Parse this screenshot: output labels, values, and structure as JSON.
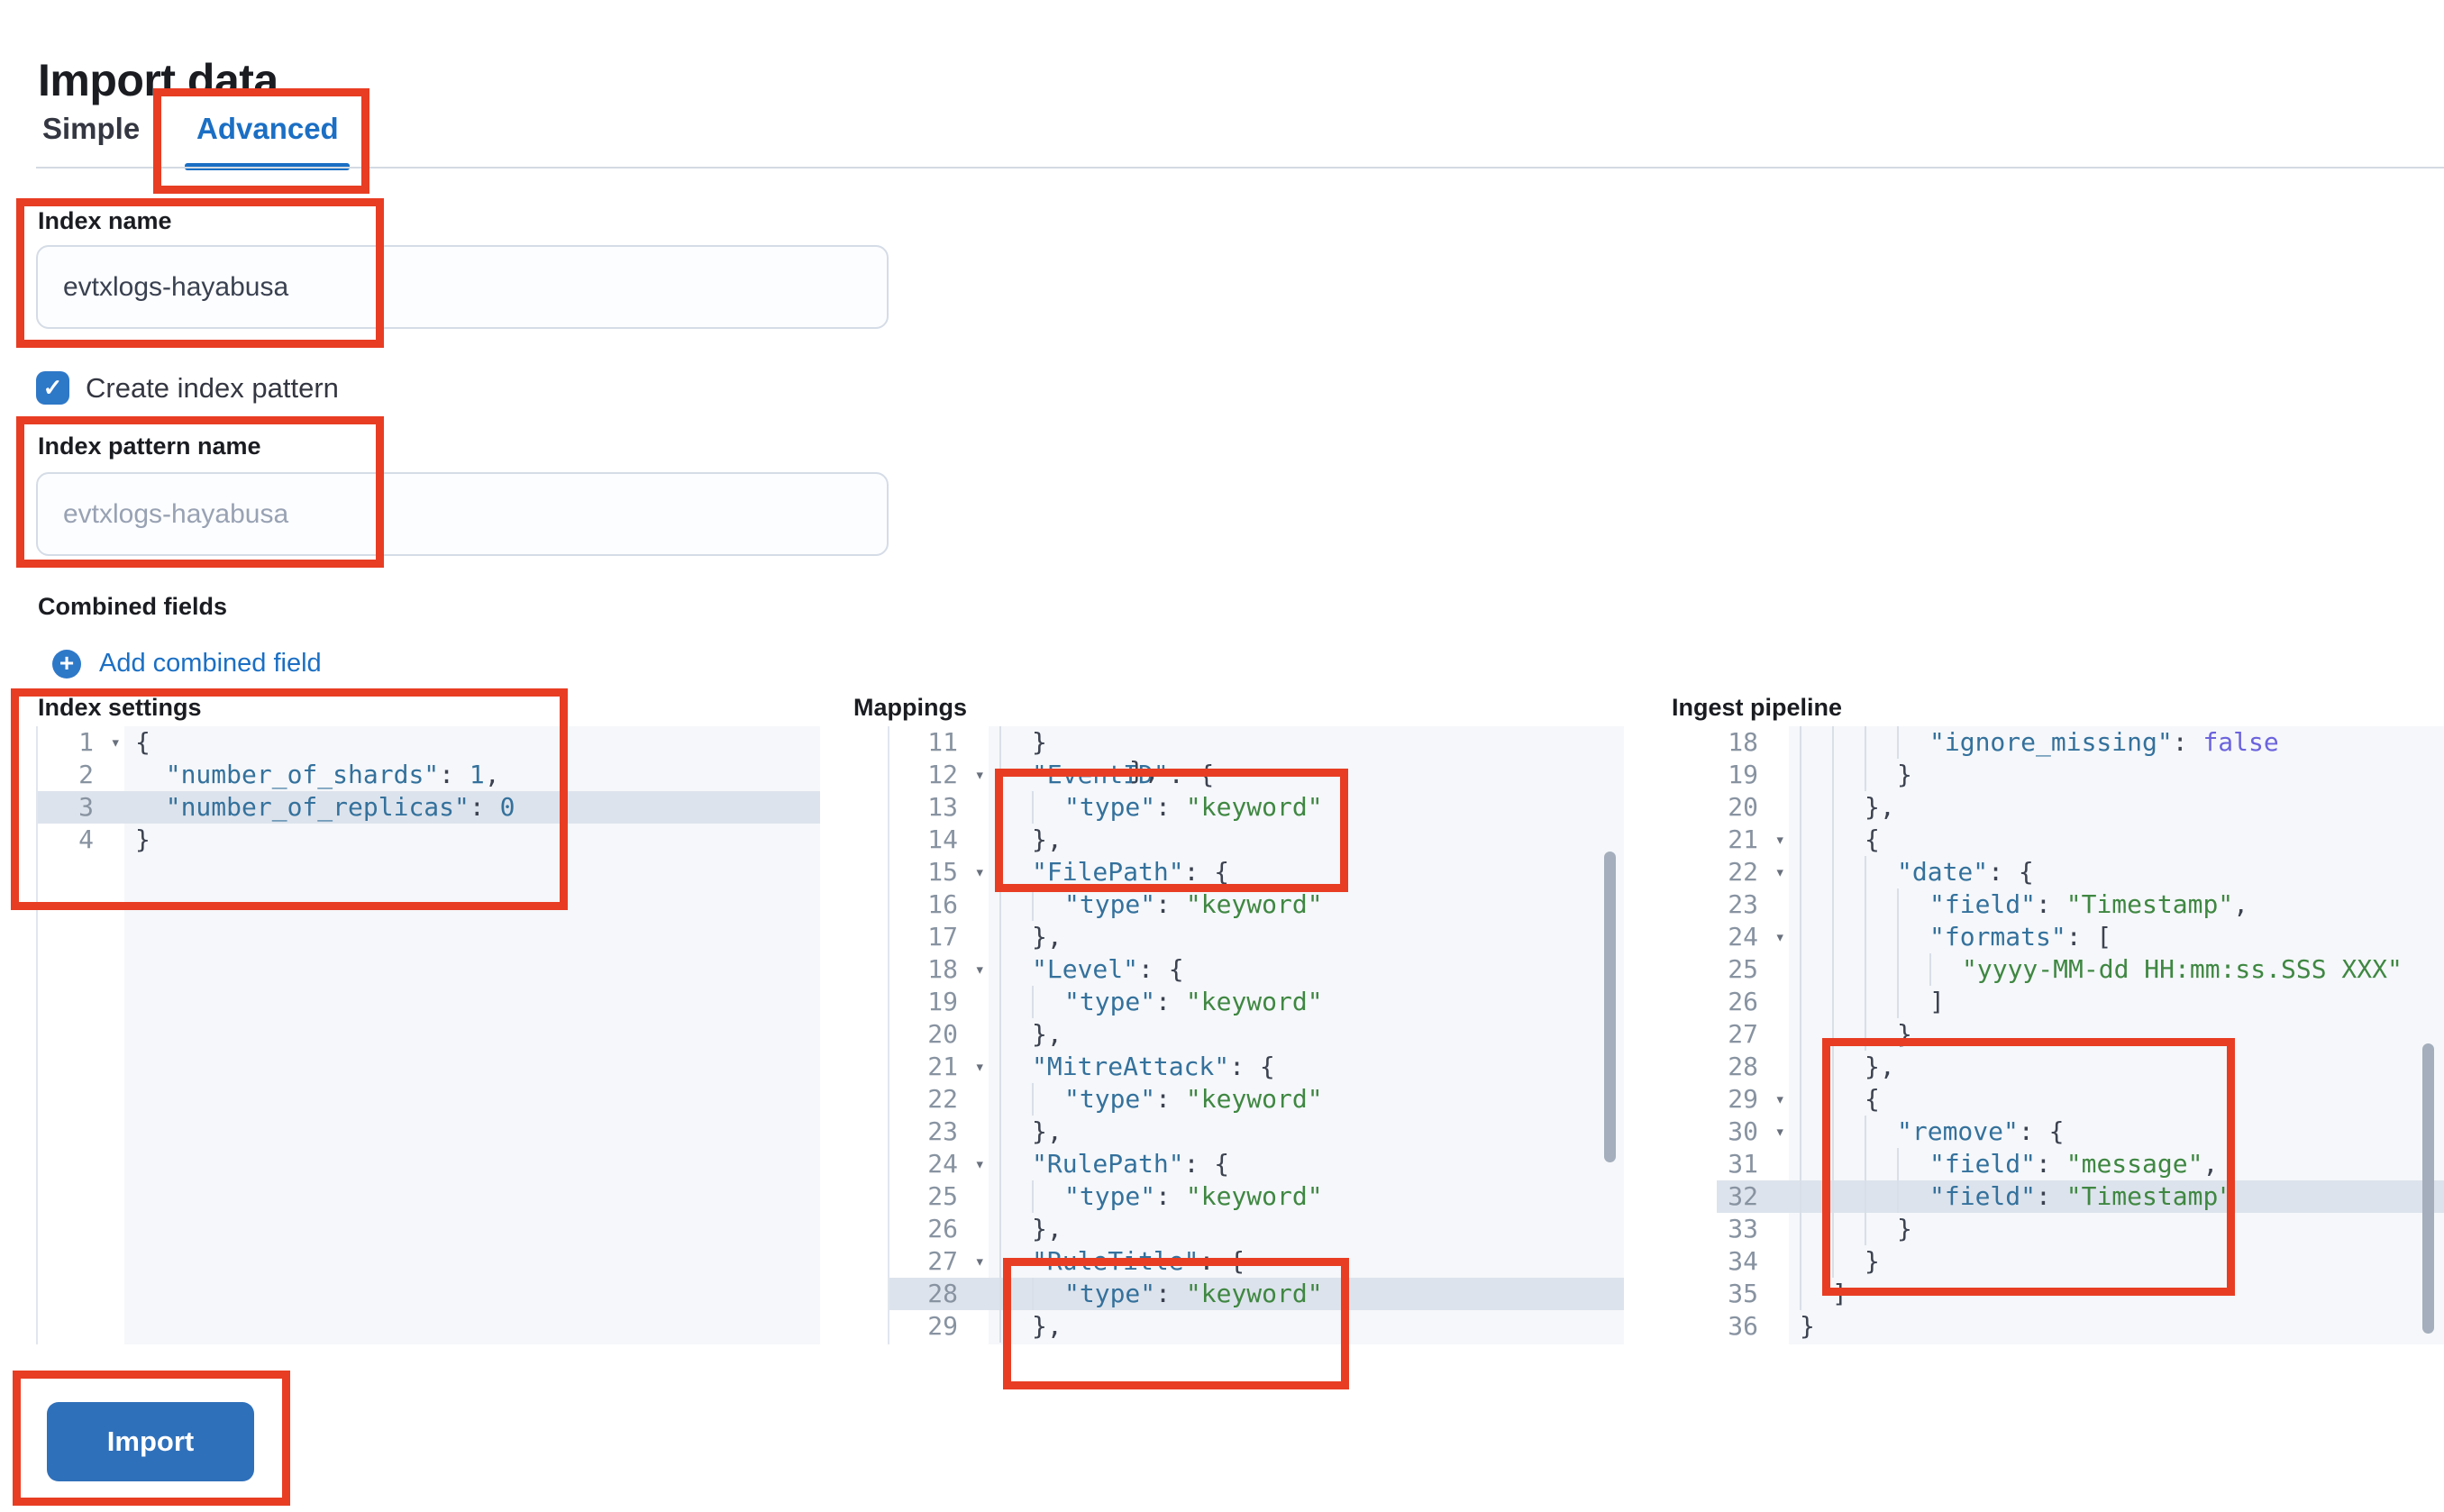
{
  "title": "Import data",
  "tabs": [
    {
      "label": "Simple",
      "active": false
    },
    {
      "label": "Advanced",
      "active": true
    }
  ],
  "form": {
    "index_name": {
      "label": "Index name",
      "value": "evtxlogs-hayabusa"
    },
    "create_index_pattern": {
      "label": "Create index pattern",
      "checked": true
    },
    "index_pattern_name": {
      "label": "Index pattern name",
      "placeholder": "evtxlogs-hayabusa"
    },
    "combined_fields": {
      "label": "Combined fields",
      "add_label": "Add combined field"
    }
  },
  "icons": {
    "check": "✓",
    "plus": "+",
    "fold": "▾"
  },
  "import_button": {
    "label": "Import"
  },
  "colors": {
    "accent_blue": "#1b6fc4",
    "button_blue": "#2f70ba",
    "checkbox_blue": "#2e78c8",
    "annotation_red": "#e83d23",
    "editor_background": "#f5f7fa",
    "highlight_row": "#dde3ec",
    "token_key": "#34719c",
    "token_string": "#3f8742",
    "token_boolean": "#6c63dd",
    "token_punctuation": "#3c4250"
  },
  "editors": {
    "settings": {
      "label": "Index settings",
      "lines": [
        {
          "n": "1",
          "fold": true,
          "g": 0,
          "seg": [
            [
              "p",
              "{"
            ]
          ]
        },
        {
          "n": "2",
          "g": 0,
          "seg": [
            [
              "p",
              "  "
            ],
            [
              "k",
              "\"number_of_shards\""
            ],
            [
              "p",
              ": "
            ],
            [
              "n",
              "1"
            ],
            [
              "p",
              ","
            ]
          ]
        },
        {
          "n": "3",
          "g": 0,
          "hl": true,
          "seg": [
            [
              "p",
              "  "
            ],
            [
              "k",
              "\"number_of_replicas\""
            ],
            [
              "p",
              ": "
            ],
            [
              "n",
              "0"
            ]
          ]
        },
        {
          "n": "4",
          "g": 0,
          "seg": [
            [
              "p",
              "}"
            ]
          ]
        }
      ]
    },
    "mappings": {
      "label": "Mappings",
      "fragment": "},",
      "lines": [
        {
          "n": "11",
          "g": 1,
          "seg": [
            [
              "p",
              "}"
            ]
          ]
        },
        {
          "n": "12",
          "fold": true,
          "g": 1,
          "seg": [
            [
              "k",
              "\"EventID\""
            ],
            [
              "p",
              ": {"
            ]
          ]
        },
        {
          "n": "13",
          "g": 2,
          "seg": [
            [
              "k",
              "\"type\""
            ],
            [
              "p",
              ": "
            ],
            [
              "s",
              "\"keyword\""
            ]
          ]
        },
        {
          "n": "14",
          "g": 1,
          "seg": [
            [
              "p",
              "},"
            ]
          ]
        },
        {
          "n": "15",
          "fold": true,
          "g": 1,
          "seg": [
            [
              "k",
              "\"FilePath\""
            ],
            [
              "p",
              ": {"
            ]
          ]
        },
        {
          "n": "16",
          "g": 2,
          "seg": [
            [
              "k",
              "\"type\""
            ],
            [
              "p",
              ": "
            ],
            [
              "s",
              "\"keyword\""
            ]
          ]
        },
        {
          "n": "17",
          "g": 1,
          "seg": [
            [
              "p",
              "},"
            ]
          ]
        },
        {
          "n": "18",
          "fold": true,
          "g": 1,
          "seg": [
            [
              "k",
              "\"Level\""
            ],
            [
              "p",
              ": {"
            ]
          ]
        },
        {
          "n": "19",
          "g": 2,
          "seg": [
            [
              "k",
              "\"type\""
            ],
            [
              "p",
              ": "
            ],
            [
              "s",
              "\"keyword\""
            ]
          ]
        },
        {
          "n": "20",
          "g": 1,
          "seg": [
            [
              "p",
              "},"
            ]
          ]
        },
        {
          "n": "21",
          "fold": true,
          "g": 1,
          "seg": [
            [
              "k",
              "\"MitreAttack\""
            ],
            [
              "p",
              ": {"
            ]
          ]
        },
        {
          "n": "22",
          "g": 2,
          "seg": [
            [
              "k",
              "\"type\""
            ],
            [
              "p",
              ": "
            ],
            [
              "s",
              "\"keyword\""
            ]
          ]
        },
        {
          "n": "23",
          "g": 1,
          "seg": [
            [
              "p",
              "},"
            ]
          ]
        },
        {
          "n": "24",
          "fold": true,
          "g": 1,
          "seg": [
            [
              "k",
              "\"RulePath\""
            ],
            [
              "p",
              ": {"
            ]
          ]
        },
        {
          "n": "25",
          "g": 2,
          "seg": [
            [
              "k",
              "\"type\""
            ],
            [
              "p",
              ": "
            ],
            [
              "s",
              "\"keyword\""
            ]
          ]
        },
        {
          "n": "26",
          "g": 1,
          "seg": [
            [
              "p",
              "},"
            ]
          ]
        },
        {
          "n": "27",
          "fold": true,
          "g": 1,
          "seg": [
            [
              "k",
              "\"RuleTitle\""
            ],
            [
              "p",
              ": {"
            ]
          ]
        },
        {
          "n": "28",
          "g": 2,
          "hl": true,
          "seg": [
            [
              "k",
              "\"type\""
            ],
            [
              "p",
              ": "
            ],
            [
              "s",
              "\"keyword\""
            ]
          ]
        },
        {
          "n": "29",
          "g": 1,
          "seg": [
            [
              "p",
              "},"
            ]
          ]
        }
      ]
    },
    "pipeline": {
      "label": "Ingest pipeline",
      "lines": [
        {
          "n": "18",
          "g": 4,
          "seg": [
            [
              "k",
              "\"ignore_missing\""
            ],
            [
              "p",
              ": "
            ],
            [
              "b",
              "false"
            ]
          ]
        },
        {
          "n": "19",
          "g": 3,
          "seg": [
            [
              "p",
              "}"
            ]
          ]
        },
        {
          "n": "20",
          "g": 2,
          "seg": [
            [
              "p",
              "},"
            ]
          ]
        },
        {
          "n": "21",
          "fold": true,
          "g": 2,
          "seg": [
            [
              "p",
              "{"
            ]
          ]
        },
        {
          "n": "22",
          "fold": true,
          "g": 3,
          "seg": [
            [
              "k",
              "\"date\""
            ],
            [
              "p",
              ": {"
            ]
          ]
        },
        {
          "n": "23",
          "g": 4,
          "seg": [
            [
              "k",
              "\"field\""
            ],
            [
              "p",
              ": "
            ],
            [
              "s",
              "\"Timestamp\""
            ],
            [
              "p",
              ","
            ]
          ]
        },
        {
          "n": "24",
          "fold": true,
          "g": 4,
          "seg": [
            [
              "k",
              "\"formats\""
            ],
            [
              "p",
              ": ["
            ]
          ]
        },
        {
          "n": "25",
          "g": 5,
          "seg": [
            [
              "s",
              "\"yyyy-MM-dd HH:mm:ss.SSS XXX\""
            ]
          ]
        },
        {
          "n": "26",
          "g": 4,
          "seg": [
            [
              "p",
              "]"
            ]
          ]
        },
        {
          "n": "27",
          "g": 3,
          "seg": [
            [
              "p",
              "}"
            ]
          ]
        },
        {
          "n": "28",
          "g": 2,
          "seg": [
            [
              "p",
              "},"
            ]
          ]
        },
        {
          "n": "29",
          "fold": true,
          "g": 2,
          "seg": [
            [
              "p",
              "{"
            ]
          ]
        },
        {
          "n": "30",
          "fold": true,
          "g": 3,
          "seg": [
            [
              "k",
              "\"remove\""
            ],
            [
              "p",
              ": {"
            ]
          ]
        },
        {
          "n": "31",
          "g": 4,
          "seg": [
            [
              "k",
              "\"field\""
            ],
            [
              "p",
              ": "
            ],
            [
              "s",
              "\"message\""
            ],
            [
              "p",
              ","
            ]
          ]
        },
        {
          "n": "32",
          "g": 4,
          "hl": true,
          "seg": [
            [
              "k",
              "\"field\""
            ],
            [
              "p",
              ": "
            ],
            [
              "s",
              "\"Timestamp\""
            ]
          ]
        },
        {
          "n": "33",
          "g": 3,
          "seg": [
            [
              "p",
              "}"
            ]
          ]
        },
        {
          "n": "34",
          "g": 2,
          "seg": [
            [
              "p",
              "}"
            ]
          ]
        },
        {
          "n": "35",
          "g": 1,
          "seg": [
            [
              "p",
              "]"
            ]
          ]
        },
        {
          "n": "36",
          "g": 0,
          "seg": [
            [
              "p",
              "}"
            ]
          ]
        }
      ]
    }
  }
}
